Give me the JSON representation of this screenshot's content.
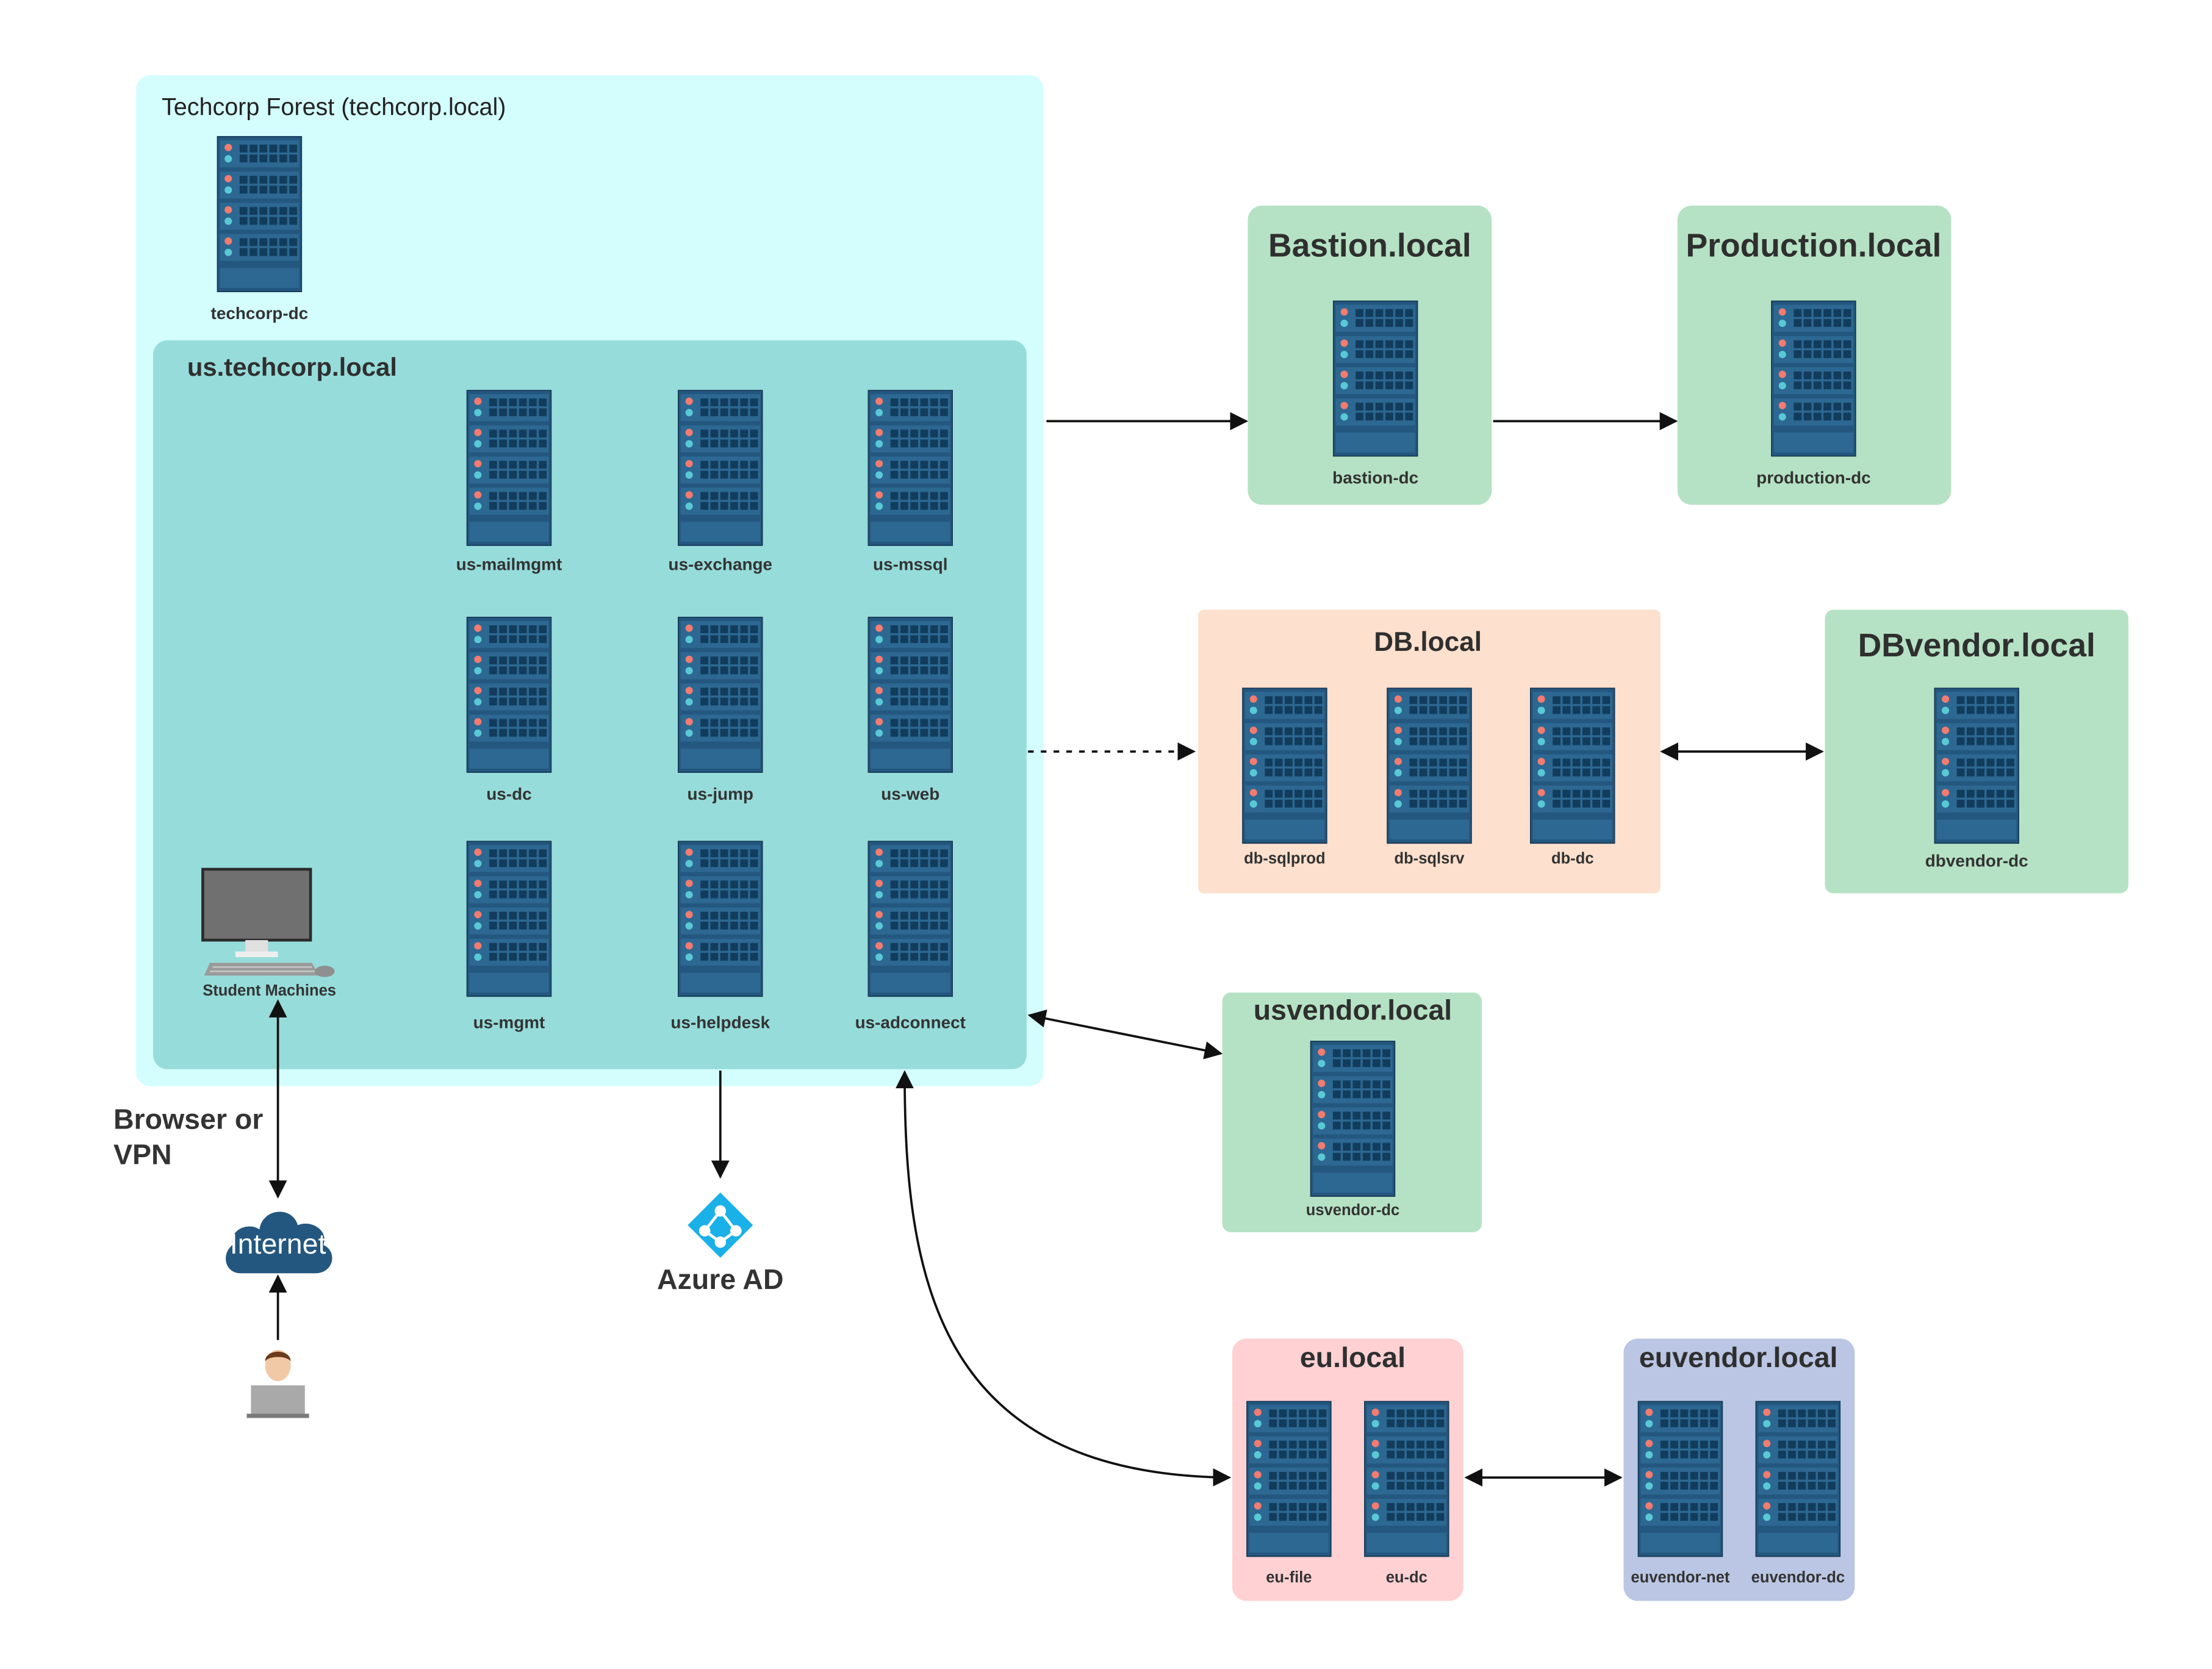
{
  "forest": {
    "title": "Techcorp Forest (techcorp.local)",
    "dc": "techcorp-dc"
  },
  "us": {
    "title": "us.techcorp.local",
    "servers": [
      "us-mailmgmt",
      "us-exchange",
      "us-mssql",
      "us-dc",
      "us-jump",
      "us-web",
      "us-mgmt",
      "us-helpdesk",
      "us-adconnect"
    ],
    "student": "Student Machines"
  },
  "bastion": {
    "title": "Bastion.local",
    "dc": "bastion-dc"
  },
  "production": {
    "title": "Production.local",
    "dc": "production-dc"
  },
  "db": {
    "title": "DB.local",
    "servers": [
      "db-sqlprod",
      "db-sqlsrv",
      "db-dc"
    ]
  },
  "dbvendor": {
    "title": "DBvendor.local",
    "dc": "dbvendor-dc"
  },
  "usvendor": {
    "title": "usvendor.local",
    "dc": "usvendor-dc"
  },
  "eu": {
    "title": "eu.local",
    "servers": [
      "eu-file",
      "eu-dc"
    ]
  },
  "euvendor": {
    "title": "euvendor.local",
    "servers": [
      "euvendor-net",
      "euvendor-dc"
    ]
  },
  "access": {
    "label": "Browser or VPN",
    "internet": "Internet"
  },
  "azure": {
    "label": "Azure AD"
  },
  "colors": {
    "forest": "#d4fefe",
    "us": "#96dcda",
    "green": "#b5e2c4",
    "db": "#fde0cd",
    "eu": "#ffd1d3",
    "euvendor": "#bac6e3",
    "server": "#24577f",
    "azure": "#1ab0e8"
  }
}
